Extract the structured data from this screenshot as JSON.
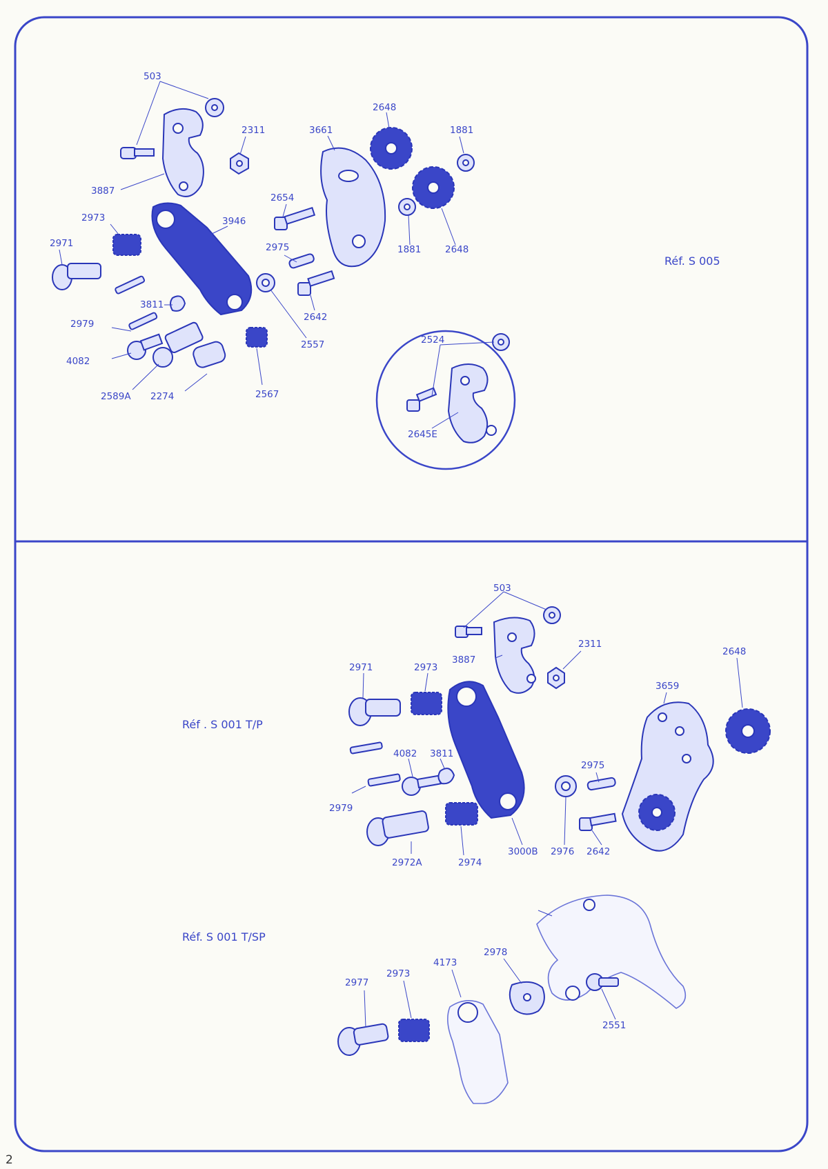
{
  "page_number": "2",
  "colors": {
    "ink": "#3a46c8",
    "paper": "#fbfbf6",
    "page_number": "#333333"
  },
  "sections": {
    "top": {
      "reference": "Réf. S 005",
      "part_numbers": [
        "503",
        "2311",
        "2648",
        "3661",
        "1881",
        "3887",
        "2654",
        "2973",
        "3946",
        "2971",
        "2975",
        "1881",
        "2648",
        "3811",
        "2642",
        "2979",
        "2557",
        "4082",
        "2589A",
        "2274",
        "2567"
      ],
      "inset": {
        "part_numbers": [
          "2524",
          "2645E"
        ]
      }
    },
    "bottom_upper": {
      "reference": "Réf . S 001 T/P",
      "part_numbers": [
        "503",
        "2311",
        "3887",
        "2648",
        "2971",
        "2973",
        "3659",
        "4082",
        "3811",
        "2975",
        "2979",
        "2972A",
        "2974",
        "3000B",
        "2976",
        "2642"
      ]
    },
    "bottom_lower": {
      "reference": "Réf. S 001 T/SP",
      "part_numbers": [
        "2978",
        "4173",
        "2977",
        "2973",
        "2551"
      ]
    }
  }
}
